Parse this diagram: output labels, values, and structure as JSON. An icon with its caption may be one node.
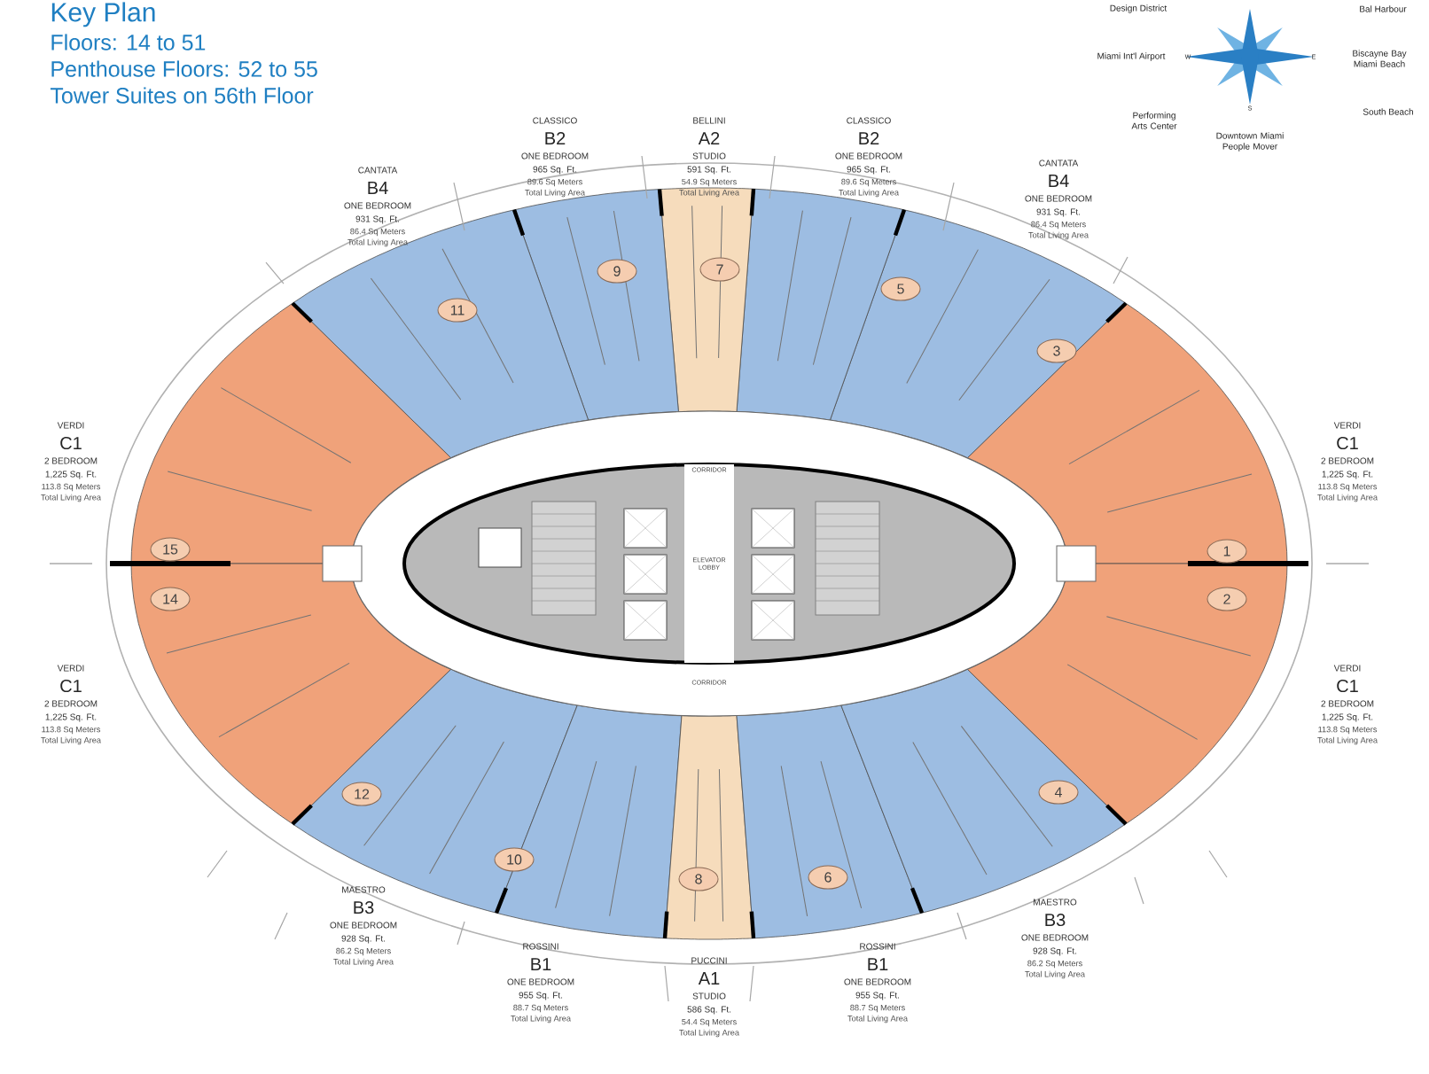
{
  "diagram": {
    "title": "Key Plan",
    "nodes": [
      {
        "text": [
          "1"
        ]
      },
      {
        "text": [
          "2"
        ]
      },
      {
        "text": [
          "3"
        ]
      },
      {
        "text": [
          "4"
        ]
      },
      {
        "text": [
          "5"
        ]
      },
      {
        "text": [
          "6"
        ]
      },
      {
        "text": [
          "7"
        ]
      },
      {
        "text": [
          "8"
        ]
      },
      {
        "text": [
          "9"
        ]
      },
      {
        "text": [
          "10"
        ]
      },
      {
        "text": [
          "11"
        ]
      },
      {
        "text": [
          "12"
        ]
      },
      {
        "text": [
          "14"
        ]
      },
      {
        "text": [
          "15"
        ]
      }
    ],
    "edges": [],
    "labels": [
      "Floors: 14 to 51",
      "Penthouse Floors: 52 to 55",
      "Tower Suites on 56th Floor",
      "Design District",
      "Bal Harbour",
      "Miami Int'l Airport",
      "W",
      "E",
      "Biscayne Bay Miami Beach",
      "Performing Arts Center",
      "S",
      "Downtown Miami People Mover",
      "South Beach",
      "CLASSICO",
      "B2",
      "ONE BEDROOM",
      "965 Sq. Ft.",
      "89.6 Sq Meters",
      "Total Living Area",
      "BELLINI",
      "A2",
      "STUDIO",
      "591 Sq. Ft.",
      "54.9 Sq Meters",
      "Total Living Area",
      "CLASSICO",
      "B2",
      "ONE BEDROOM",
      "965 Sq. Ft.",
      "89.6 Sq Meters",
      "Total Living Area",
      "CANTATA",
      "B4",
      "ONE BEDROOM",
      "931 Sq. Ft.",
      "86.4 Sq Meters",
      "Total Living Area",
      "CANTATA",
      "B4",
      "ONE BEDROOM",
      "931 Sq. Ft.",
      "86.4 Sq Meters",
      "Total Living Area",
      "VERDI",
      "C1",
      "2 BEDROOM",
      "1,225 Sq. Ft.",
      "113.8 Sq Meters",
      "Total Living Area",
      "VERDI",
      "C1",
      "2 BEDROOM",
      "1,225 Sq. Ft.",
      "113.8 Sq Meters",
      "Total Living Area",
      "CORRIDOR",
      "ELEVATOR LOBBY",
      "CORRIDOR",
      "VERDI",
      "C1",
      "2 BEDROOM",
      "1,225 Sq. Ft.",
      "113.8 Sq Meters",
      "Total Living Area",
      "VERDI",
      "C1",
      "2 BEDROOM",
      "1,225 Sq. Ft.",
      "113.8 Sq Meters",
      "Total Living Area",
      "MAESTRO",
      "B3",
      "ONE BEDROOM",
      "928 Sq. Ft.",
      "86.2 Sq Meters",
      "Total Living Area",
      "MAESTRO",
      "B3",
      "ONE BEDROOM",
      "928 Sq. Ft.",
      "86.2 Sq Meters",
      "Total Living Area",
      "ROSSINI",
      "B1",
      "ONE BEDROOM",
      "955 Sq. Ft.",
      "88.7 Sq Meters",
      "Total Living Area",
      "PUCCINI",
      "A1",
      "STUDIO",
      "586 Sq. Ft.",
      "54.4 Sq Meters",
      "Total Living Area",
      "ROSSINI",
      "B1",
      "ONE BEDROOM",
      "955 Sq. Ft.",
      "88.7 Sq Meters",
      "Total Living Area"
    ]
  }
}
